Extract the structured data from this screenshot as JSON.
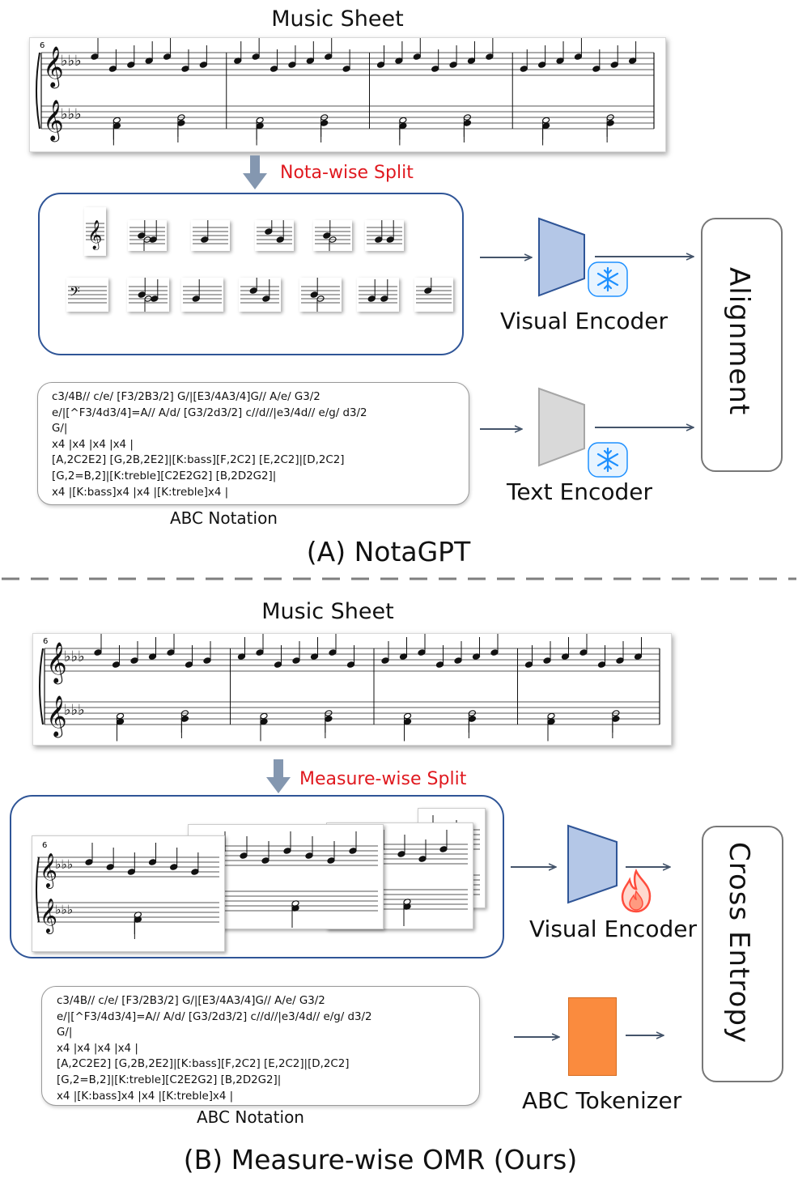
{
  "panel_a": {
    "title": "Music Sheet",
    "measure_number": "6",
    "split_label": "Nota-wise Split",
    "visual_encoder": "Visual Encoder",
    "text_encoder": "Text Encoder",
    "objective": "Alignment",
    "abc_caption": "ABC Notation",
    "section_title": "(A)  NotaGPT",
    "abc_lines": [
      "c3/4B// c/e/ [F3/2B3/2] G/|[E3/4A3/4]G// A/e/ G3/2",
      "e/|[^F3/4d3/4]=A// A/d/ [G3/2d3/2] c//d//|e3/4d// e/g/ d3/2",
      "G/|",
      "x4 |x4 |x4 |x4 |",
      "[A,2C2E2] [G,2B,2E2]|[K:bass][F,2C2] [E,2C2]|[D,2C2]",
      "[G,2=B,2]|[K:treble][C2E2G2] [B,2D2G2]|",
      "x4 |[K:bass]x4 |x4 |[K:treble]x4 |"
    ]
  },
  "panel_b": {
    "title": "Music Sheet",
    "measure_number": "6",
    "split_label": "Measure-wise Split",
    "visual_encoder": "Visual Encoder",
    "tokenizer": "ABC Tokenizer",
    "objective": "Cross Entropy",
    "abc_caption": "ABC Notation",
    "section_title": "(B) Measure-wise OMR (Ours)",
    "abc_lines": [
      "c3/4B// c/e/ [F3/2B3/2] G/|[E3/4A3/4]G// A/e/ G3/2",
      "e/|[^F3/4d3/4]=A// A/d/ [G3/2d3/2] c//d//|e3/4d// e/g/ d3/2",
      "G/|",
      "x4 |x4 |x4 |x4 |",
      "[A,2C2E2] [G,2B,2E2]|[K:bass][F,2C2] [E,2C2]|[D,2C2]",
      "[G,2=B,2]|[K:treble][C2E2G2] [B,2D2G2]|",
      "x4 |[K:bass]x4 |x4 |[K:treble]x4 |"
    ]
  },
  "colors": {
    "box_border": "#2f5597",
    "encoder_blue": "#b4c7e7",
    "encoder_gray": "#d9d9d9",
    "tokenizer_orange": "#fa8b3e",
    "red_text": "#e0191f",
    "arrow": "#44546a",
    "snow": "#1e90ff",
    "fire": "#ff4d3d"
  },
  "icons": {
    "split_arrow": "down-arrow-icon",
    "frozen": "snowflake-icon",
    "trainable": "fire-icon"
  }
}
